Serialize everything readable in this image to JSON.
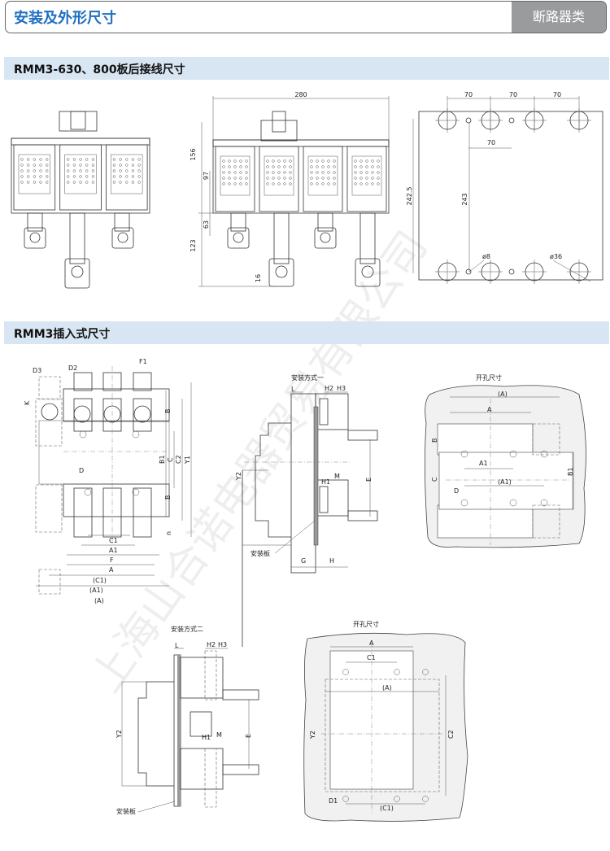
{
  "header": {
    "title": "安装及外形尺寸",
    "category": "断路器类"
  },
  "section1": {
    "title": "RMM3-630、800板后接线尺寸",
    "side_view": {
      "width": "280",
      "h_total": "156",
      "h_body": "97",
      "h_lug1": "63",
      "h_lug2": "123",
      "lug_hole": "16"
    },
    "plate": {
      "pitch1": "70",
      "pitch2": "70",
      "pitch3": "70",
      "small_pitch": "70",
      "height_outer": "242.5",
      "height_inner": "243",
      "small_hole": "ø8",
      "big_hole": "ø36"
    }
  },
  "section2": {
    "title": "RMM3插入式尺寸",
    "front": {
      "D3": "D3",
      "D2": "D2",
      "F1": "F1",
      "K": "K",
      "B_top": "B",
      "B1": "B1",
      "C": "C",
      "C2": "C2",
      "Y1": "Y1",
      "D": "D",
      "B_bot": "B",
      "n": "n",
      "C1": "C1",
      "A1": "A1",
      "F": "F",
      "A": "A",
      "C1p": "(C1)",
      "A1p": "(A1)",
      "Ap": "(A)"
    },
    "mount1": {
      "title": "安装方式一",
      "L": "L",
      "H2": "H2",
      "H3": "H3",
      "Y2": "Y2",
      "E": "E",
      "M": "M",
      "H1": "H1",
      "plate": "安装板",
      "G": "G",
      "H": "H"
    },
    "cutout1": {
      "title": "开孔尺寸",
      "Ap": "(A)",
      "A": "A",
      "B": "B",
      "C": "C",
      "A1": "A1",
      "A1p": "(A1)",
      "B1": "B1",
      "D": "D"
    },
    "mount2": {
      "title": "安装方式二",
      "L": "L",
      "H2": "H2",
      "H3": "H3",
      "Y2": "Y2",
      "E": "E",
      "M": "M",
      "H1": "H1",
      "plate": "安装板"
    },
    "cutout2": {
      "title": "开孔尺寸",
      "A": "A",
      "C1": "C1",
      "Ap": "(A)",
      "Y2": "Y2",
      "C2": "C2",
      "D1": "D1",
      "C1p": "(C1)"
    }
  },
  "watermark": "上海山合诺电器贸易有限公司"
}
